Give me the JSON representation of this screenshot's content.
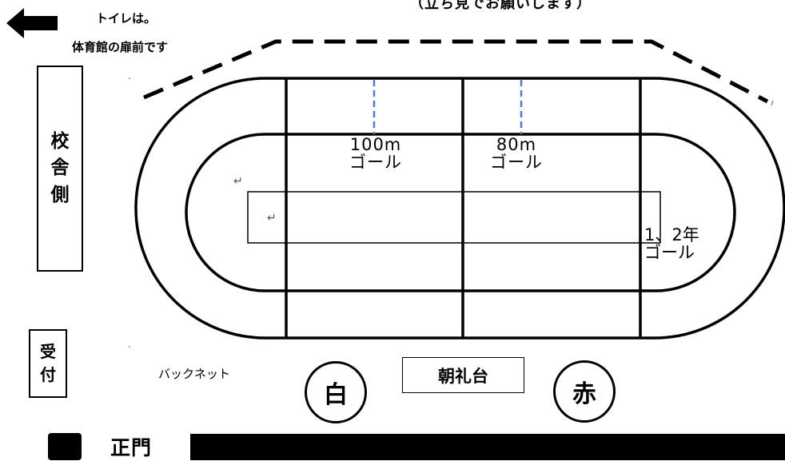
{
  "header": {
    "note": "（立ち見でお願いします）",
    "toilet_line1": "トイレは。",
    "toilet_line2": "体育館の扉前です"
  },
  "side_labels": {
    "school_building": [
      "校",
      "舎",
      "側"
    ],
    "reception": [
      "受",
      "付"
    ]
  },
  "goals": {
    "goal_100m_line1": "100m",
    "goal_100m_line2": "ゴール",
    "goal_80m_line1": "80m",
    "goal_80m_line2": "ゴール",
    "goal_grade12_line1": "1、2年",
    "goal_grade12_line2": "ゴール"
  },
  "markers": {
    "return_mark": "↵"
  },
  "bottom": {
    "back_net": "バックネット",
    "team_white": "白",
    "team_red": "赤",
    "platform": "朝礼台",
    "main_gate": "正門"
  },
  "colors": {
    "line": "#000000",
    "dash_blue": "#4a7fc1",
    "background": "#ffffff"
  },
  "icons": {
    "toilet_direction": "left-arrow-icon"
  }
}
